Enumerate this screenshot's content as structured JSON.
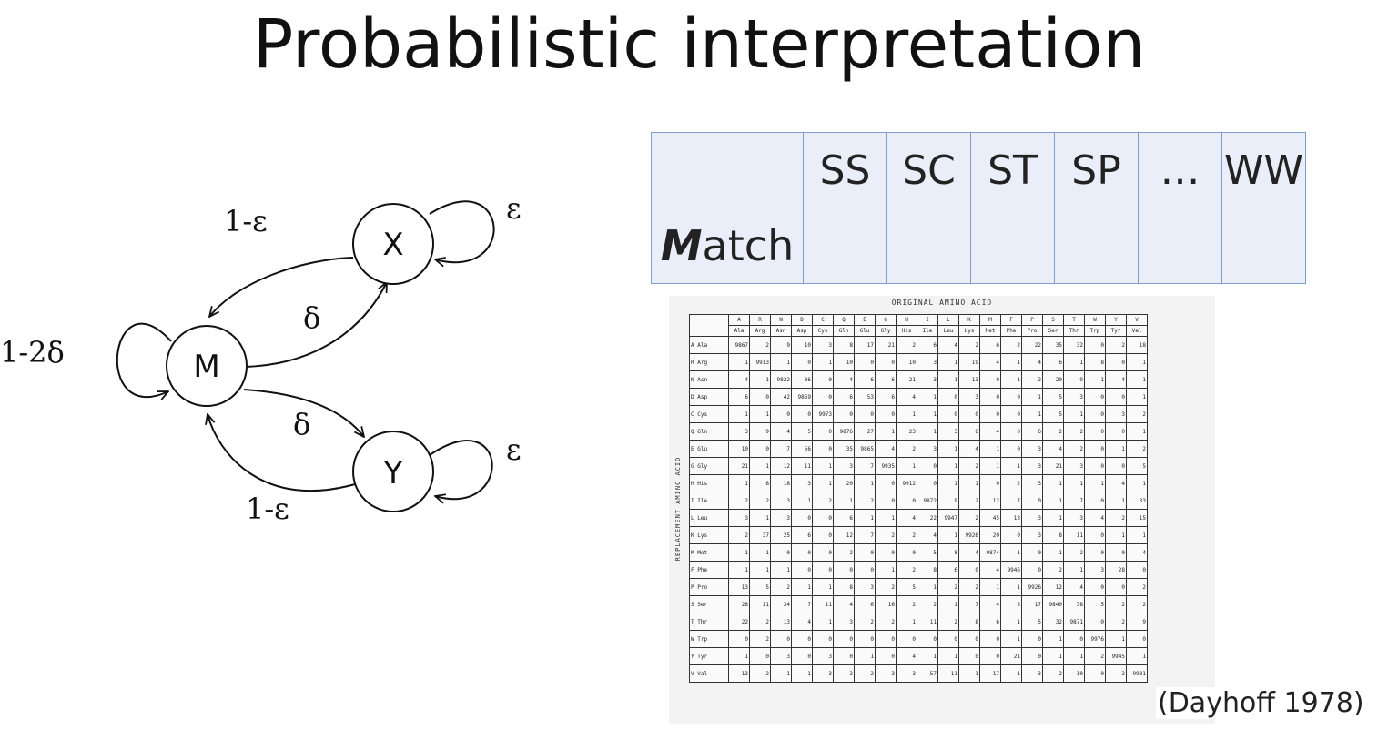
{
  "title": "Probabilistic interpretation",
  "diagram": {
    "states": [
      "M",
      "X",
      "Y"
    ],
    "labels": {
      "m_self": "1-2δ",
      "x_self": "ε",
      "y_self": "ε",
      "m_to_x": "δ",
      "m_to_y": "δ",
      "x_to_m": "1-ε",
      "y_to_m": "1-ε"
    }
  },
  "match_table": {
    "headers": [
      "",
      "SS",
      "SC",
      "ST",
      "SP",
      "…",
      "WW"
    ],
    "row_label_initial": "M",
    "row_label_rest": "atch"
  },
  "dayhoff": {
    "title": "ORIGINAL AMINO ACID",
    "side_label": "REPLACEMENT AMINO ACID",
    "col_letters": [
      "A",
      "R",
      "N",
      "D",
      "C",
      "Q",
      "E",
      "G",
      "H",
      "I",
      "L",
      "K",
      "M",
      "F",
      "P",
      "S",
      "T",
      "W",
      "Y",
      "V"
    ],
    "col_names": [
      "Ala",
      "Arg",
      "Asn",
      "Asp",
      "Cys",
      "Gln",
      "Glu",
      "Gly",
      "His",
      "Ile",
      "Leu",
      "Lys",
      "Met",
      "Phe",
      "Pro",
      "Ser",
      "Thr",
      "Trp",
      "Tyr",
      "Val"
    ],
    "rows": [
      {
        "label": "A Ala",
        "values": [
          "9867",
          "2",
          "9",
          "10",
          "3",
          "8",
          "17",
          "21",
          "2",
          "6",
          "4",
          "2",
          "6",
          "2",
          "22",
          "35",
          "32",
          "0",
          "2",
          "18"
        ]
      },
      {
        "label": "R Arg",
        "values": [
          "1",
          "9913",
          "1",
          "0",
          "1",
          "10",
          "0",
          "0",
          "10",
          "3",
          "1",
          "19",
          "4",
          "1",
          "4",
          "6",
          "1",
          "8",
          "0",
          "1"
        ]
      },
      {
        "label": "N Asn",
        "values": [
          "4",
          "1",
          "9822",
          "36",
          "0",
          "4",
          "6",
          "6",
          "21",
          "3",
          "1",
          "13",
          "0",
          "1",
          "2",
          "20",
          "9",
          "1",
          "4",
          "1"
        ]
      },
      {
        "label": "D Asp",
        "values": [
          "6",
          "0",
          "42",
          "9859",
          "0",
          "6",
          "53",
          "6",
          "4",
          "1",
          "0",
          "3",
          "0",
          "0",
          "1",
          "5",
          "3",
          "0",
          "0",
          "1"
        ]
      },
      {
        "label": "C Cys",
        "values": [
          "1",
          "1",
          "0",
          "0",
          "9973",
          "0",
          "0",
          "0",
          "1",
          "1",
          "0",
          "0",
          "0",
          "0",
          "1",
          "5",
          "1",
          "0",
          "3",
          "2"
        ]
      },
      {
        "label": "Q Gln",
        "values": [
          "3",
          "9",
          "4",
          "5",
          "0",
          "9876",
          "27",
          "1",
          "23",
          "1",
          "3",
          "6",
          "4",
          "0",
          "6",
          "2",
          "2",
          "0",
          "0",
          "1"
        ]
      },
      {
        "label": "E Glu",
        "values": [
          "10",
          "0",
          "7",
          "56",
          "0",
          "35",
          "9865",
          "4",
          "2",
          "3",
          "1",
          "4",
          "1",
          "0",
          "3",
          "4",
          "2",
          "0",
          "1",
          "2"
        ]
      },
      {
        "label": "G Gly",
        "values": [
          "21",
          "1",
          "12",
          "11",
          "1",
          "3",
          "7",
          "9935",
          "1",
          "0",
          "1",
          "2",
          "1",
          "1",
          "3",
          "21",
          "3",
          "0",
          "0",
          "5"
        ]
      },
      {
        "label": "H His",
        "values": [
          "1",
          "8",
          "18",
          "3",
          "1",
          "20",
          "1",
          "0",
          "9912",
          "0",
          "1",
          "1",
          "0",
          "2",
          "3",
          "1",
          "1",
          "1",
          "4",
          "1"
        ]
      },
      {
        "label": "I Ile",
        "values": [
          "2",
          "2",
          "3",
          "1",
          "2",
          "1",
          "2",
          "0",
          "0",
          "9872",
          "9",
          "2",
          "12",
          "7",
          "0",
          "1",
          "7",
          "0",
          "1",
          "33"
        ]
      },
      {
        "label": "L Leu",
        "values": [
          "3",
          "1",
          "3",
          "0",
          "0",
          "6",
          "1",
          "1",
          "4",
          "22",
          "9947",
          "2",
          "45",
          "13",
          "3",
          "1",
          "3",
          "4",
          "2",
          "15"
        ]
      },
      {
        "label": "K Lys",
        "values": [
          "2",
          "37",
          "25",
          "6",
          "0",
          "12",
          "7",
          "2",
          "2",
          "4",
          "1",
          "9926",
          "20",
          "0",
          "3",
          "8",
          "11",
          "0",
          "1",
          "1"
        ]
      },
      {
        "label": "M Met",
        "values": [
          "1",
          "1",
          "0",
          "0",
          "0",
          "2",
          "0",
          "0",
          "0",
          "5",
          "8",
          "4",
          "9874",
          "1",
          "0",
          "1",
          "2",
          "0",
          "0",
          "4"
        ]
      },
      {
        "label": "F Phe",
        "values": [
          "1",
          "1",
          "1",
          "0",
          "0",
          "0",
          "0",
          "1",
          "2",
          "8",
          "6",
          "0",
          "4",
          "9946",
          "0",
          "2",
          "1",
          "3",
          "28",
          "0"
        ]
      },
      {
        "label": "P Pro",
        "values": [
          "13",
          "5",
          "2",
          "1",
          "1",
          "8",
          "3",
          "2",
          "5",
          "1",
          "2",
          "2",
          "1",
          "1",
          "9926",
          "12",
          "4",
          "0",
          "0",
          "2"
        ]
      },
      {
        "label": "S Ser",
        "values": [
          "28",
          "11",
          "34",
          "7",
          "11",
          "4",
          "6",
          "16",
          "2",
          "2",
          "1",
          "7",
          "4",
          "3",
          "17",
          "9840",
          "38",
          "5",
          "2",
          "2"
        ]
      },
      {
        "label": "T Thr",
        "values": [
          "22",
          "2",
          "13",
          "4",
          "1",
          "3",
          "2",
          "2",
          "1",
          "11",
          "2",
          "8",
          "6",
          "1",
          "5",
          "32",
          "9871",
          "0",
          "2",
          "9"
        ]
      },
      {
        "label": "W Trp",
        "values": [
          "0",
          "2",
          "0",
          "0",
          "0",
          "0",
          "0",
          "0",
          "0",
          "0",
          "0",
          "0",
          "0",
          "1",
          "0",
          "1",
          "0",
          "9976",
          "1",
          "0"
        ]
      },
      {
        "label": "Y Tyr",
        "values": [
          "1",
          "0",
          "3",
          "0",
          "3",
          "0",
          "1",
          "0",
          "4",
          "1",
          "1",
          "0",
          "0",
          "21",
          "0",
          "1",
          "1",
          "2",
          "9945",
          "1"
        ]
      },
      {
        "label": "V Val",
        "values": [
          "13",
          "2",
          "1",
          "1",
          "3",
          "2",
          "2",
          "3",
          "3",
          "57",
          "11",
          "1",
          "17",
          "1",
          "3",
          "2",
          "10",
          "0",
          "2",
          "9901"
        ]
      }
    ]
  },
  "citation": "(Dayhoff 1978)"
}
